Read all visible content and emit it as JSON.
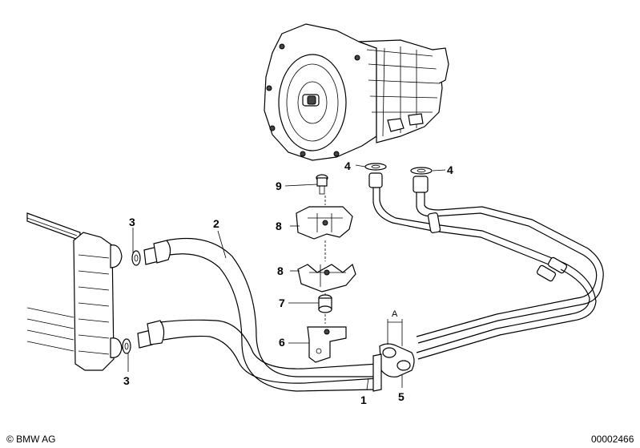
{
  "diagram": {
    "callouts": {
      "c1": "1",
      "c2": "2",
      "c3_top": "3",
      "c3_bottom": "3",
      "c4_left": "4",
      "c4_right": "4",
      "c5": "5",
      "c6": "6",
      "c7": "7",
      "c8_top": "8",
      "c8_bottom": "8",
      "c9": "9",
      "dimension_a": "A"
    },
    "footer": {
      "copyright": "© BMW AG",
      "drawing_number": "00002466"
    }
  }
}
